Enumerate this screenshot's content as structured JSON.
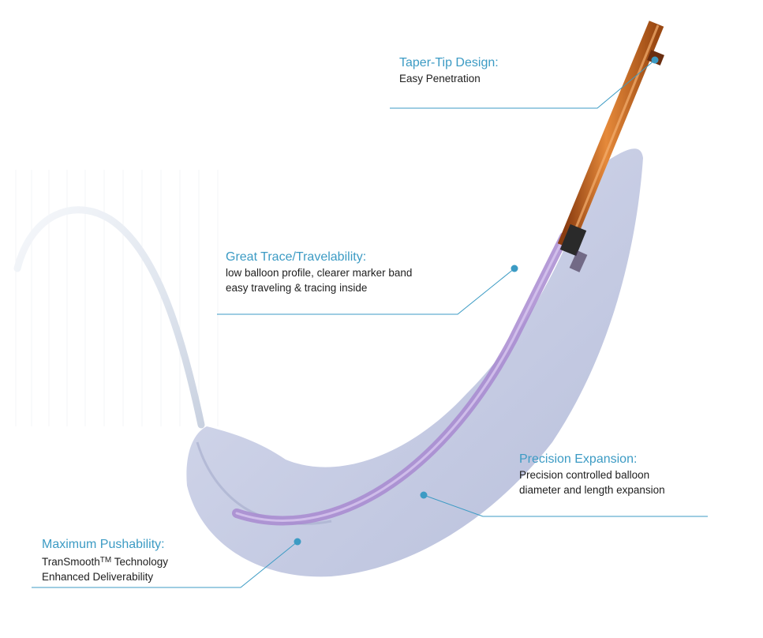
{
  "colors": {
    "accent": "#3c9bc4",
    "balloon": "#c3c9e2",
    "marker_band": "#9b7cc9",
    "tip": "#c06420"
  },
  "callouts": {
    "taper_tip": {
      "title": "Taper-Tip Design:",
      "lines": [
        "Easy Penetration"
      ]
    },
    "trace": {
      "title": "Great Trace/Travelability:",
      "lines": [
        "low balloon profile, clearer marker band",
        "easy traveling & tracing inside"
      ]
    },
    "precision": {
      "title": "Precision Expansion:",
      "lines": [
        "Precision controlled balloon",
        "diameter and length expansion"
      ]
    },
    "pushability": {
      "title": "Maximum Pushability:",
      "line1_before": "TranSmooth",
      "line1_trademark": "TM",
      "line1_after": " Technology",
      "line2": "Enhanced Deliverability"
    }
  }
}
